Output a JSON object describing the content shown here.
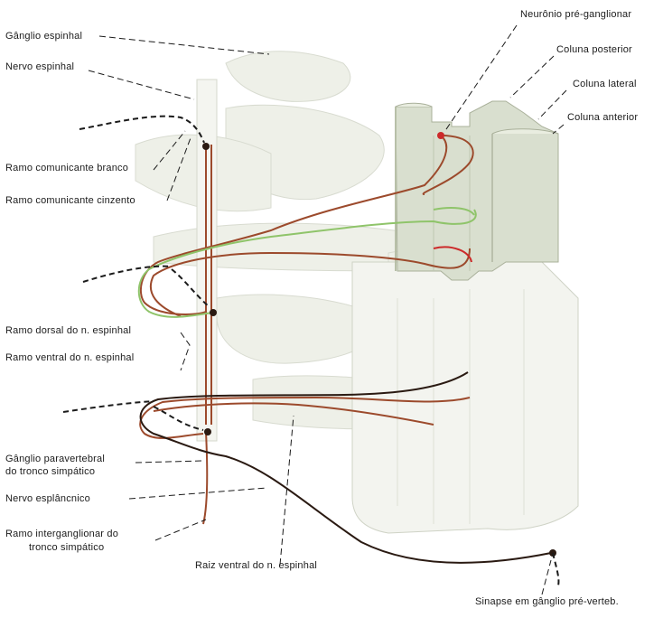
{
  "labels": {
    "ganglio_espinhal": "Gânglio espinhal",
    "nervo_espinhal": "Nervo espinhal",
    "ramo_comunicante_branco": "Ramo comunicante branco",
    "ramo_comunicante_cinzento": "Ramo comunicante cinzento",
    "ramo_dorsal": "Ramo dorsal do n. espinhal",
    "ramo_ventral": "Ramo ventral do n. espinhal",
    "ganglio_paravertebral_1": "Gânglio paravertebral",
    "ganglio_paravertebral_2": "do tronco simpático",
    "nervo_esplancnico": "Nervo esplâncnico",
    "ramo_interganglionar_1": "Ramo interganglionar do",
    "ramo_interganglionar_2": "tronco simpático",
    "raiz_ventral": "Raiz ventral do n. espinhal",
    "neuronio_pre": "Neurônio pré-ganglionar",
    "coluna_posterior": "Coluna posterior",
    "coluna_lateral": "Coluna lateral",
    "coluna_anterior": "Coluna anterior",
    "sinapse": "Sinapse em gânglio pré-verteb."
  },
  "colors": {
    "preganglionic": "#9c4a2c",
    "postganglionic_green": "#8fc46a",
    "visceral_black": "#2a1a12",
    "neuron_red": "#cc2a2a",
    "tissue": "#eef0e8"
  }
}
